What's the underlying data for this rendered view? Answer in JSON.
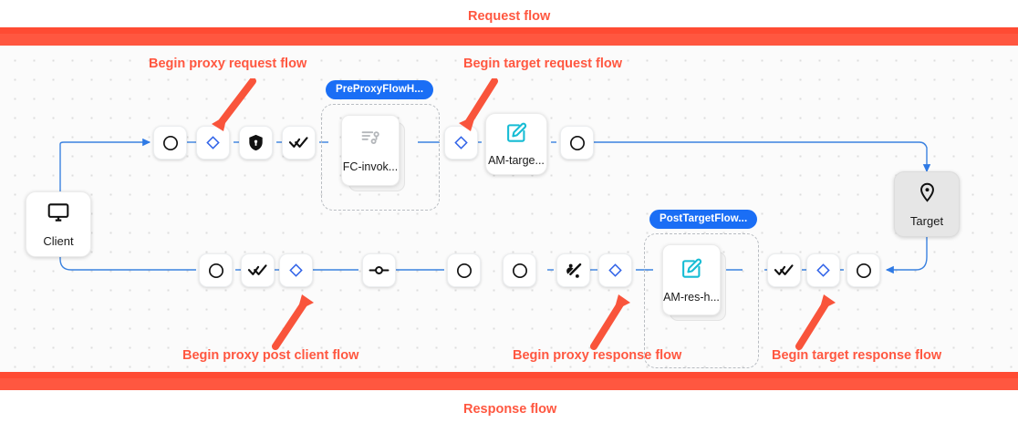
{
  "diagram": {
    "title_request": "Request flow",
    "title_response": "Response flow",
    "accent_red": "#ff5740",
    "accent_blue": "#1a6ef5",
    "accent_teal": "#16bcd4",
    "canvas_bg": "#fbfbfb"
  },
  "annotations": [
    {
      "id": "a1",
      "text": "Begin proxy request flow"
    },
    {
      "id": "a2",
      "text": "Begin target request flow"
    },
    {
      "id": "a3",
      "text": "Begin proxy post client flow"
    },
    {
      "id": "a4",
      "text": "Begin proxy response flow"
    },
    {
      "id": "a5",
      "text": "Begin target response flow"
    }
  ],
  "endpoints": {
    "client": {
      "label": "Client",
      "icon": "monitor-icon"
    },
    "target": {
      "label": "Target",
      "icon": "location-pin-icon"
    }
  },
  "groups": [
    {
      "id": "preproxy",
      "pill": "PreProxyFlowH...",
      "policy": {
        "label": "FC-invok...",
        "icon": "flow-callout-icon"
      }
    },
    {
      "id": "posttarget",
      "pill": "PostTargetFlow...",
      "policy": {
        "label": "AM-res-h...",
        "icon": "assign-message-icon"
      }
    }
  ],
  "request_row": {
    "nodes": [
      {
        "id": "r1",
        "icon": "circle-icon"
      },
      {
        "id": "r2",
        "icon": "diamond-icon"
      },
      {
        "id": "r3",
        "icon": "shield-lock-icon"
      },
      {
        "id": "r4",
        "icon": "double-check-icon"
      },
      {
        "id": "r5",
        "icon": "diamond-icon"
      },
      {
        "id": "r6",
        "icon": "circle-icon"
      }
    ],
    "target_policy": {
      "label": "AM-targe...",
      "icon": "assign-message-icon"
    }
  },
  "response_row": {
    "nodes": [
      {
        "id": "p1",
        "icon": "circle-icon"
      },
      {
        "id": "p2",
        "icon": "double-check-icon"
      },
      {
        "id": "p3",
        "icon": "diamond-icon"
      },
      {
        "id": "p4",
        "icon": "connector-node-icon"
      },
      {
        "id": "p5",
        "icon": "circle-icon"
      },
      {
        "id": "p6",
        "icon": "circle-icon"
      },
      {
        "id": "p7",
        "icon": "signal-broadcast-icon"
      },
      {
        "id": "p8",
        "icon": "diamond-icon"
      },
      {
        "id": "p9",
        "icon": "double-check-icon"
      },
      {
        "id": "p10",
        "icon": "diamond-icon"
      },
      {
        "id": "p11",
        "icon": "circle-icon"
      }
    ]
  }
}
